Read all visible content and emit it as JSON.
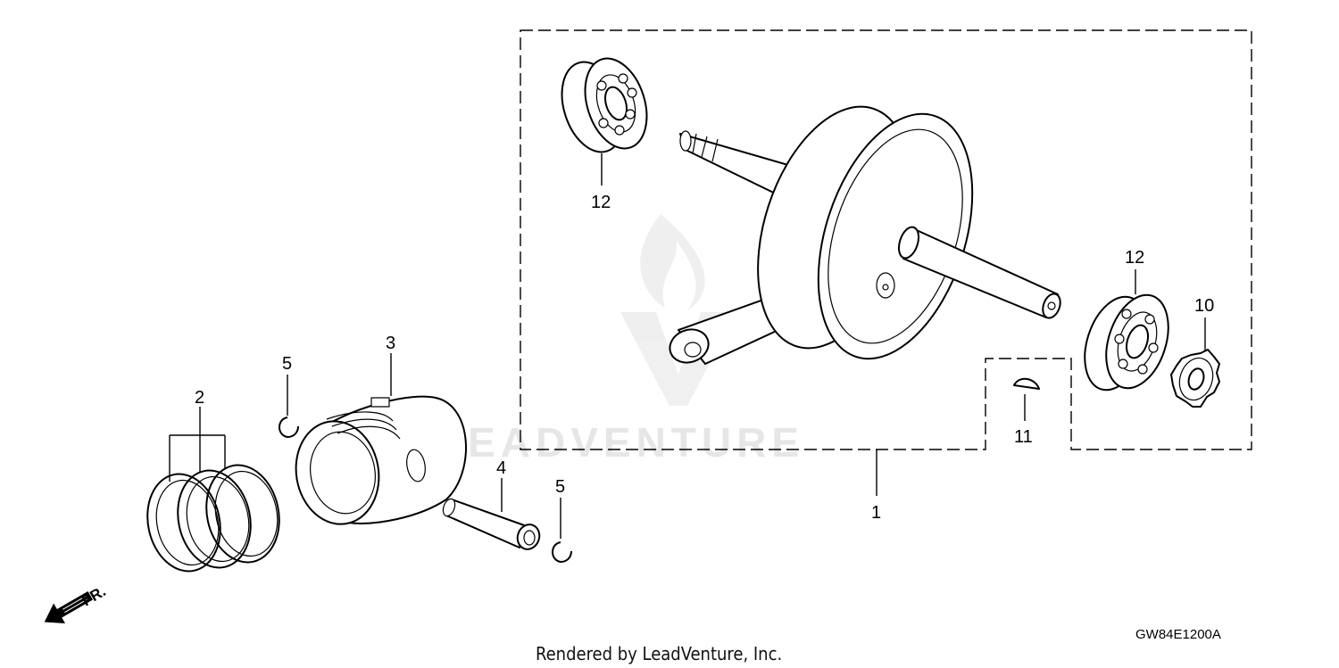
{
  "diagram": {
    "watermark": "LEADVENTURE",
    "footer": "Rendered by LeadVenture, Inc.",
    "drawing_code": "GW84E1200A",
    "direction_label": "FR.",
    "callouts": {
      "c1": "1",
      "c2": "2",
      "c3": "3",
      "c4": "4",
      "c5a": "5",
      "c5b": "5",
      "c10": "10",
      "c11": "11",
      "c12a": "12",
      "c12b": "12"
    }
  }
}
